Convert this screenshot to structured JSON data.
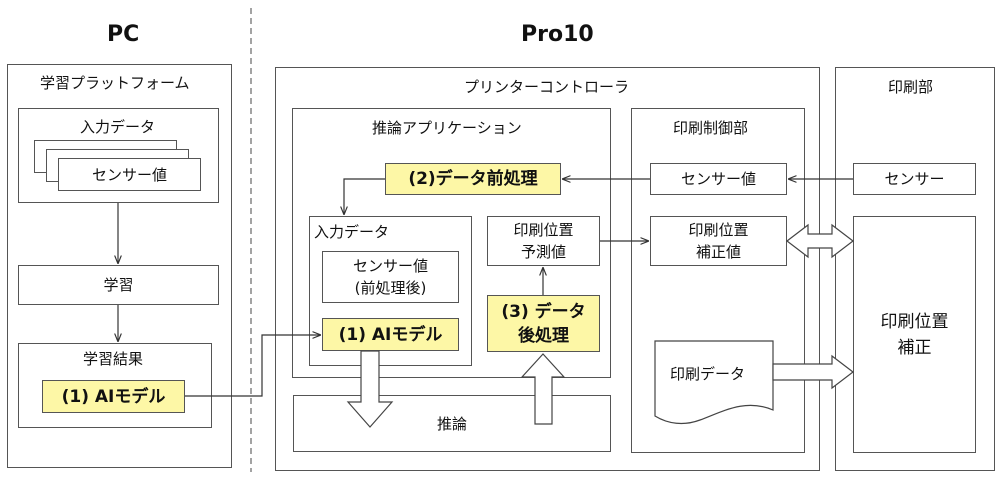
{
  "headers": {
    "pc": "PC",
    "pro10": "Pro10"
  },
  "pc": {
    "platform_title": "学習プラットフォーム",
    "input_data": "入力データ",
    "sensor_value": "センサー値",
    "learning": "学習",
    "learning_result": "学習結果",
    "ai_model": "(1) AIモデル"
  },
  "controller": {
    "title": "プリンターコントローラ",
    "inference_app": {
      "title": "推論アプリケーション",
      "preprocess": "(2)データ前処理",
      "input_data": "入力データ",
      "sensor_preprocessed_line1": "センサー値",
      "sensor_preprocessed_line2": "(前処理後)",
      "ai_model": "(1) AIモデル",
      "predicted_line1": "印刷位置",
      "predicted_line2": "予測値",
      "postprocess_line1": "(3) データ",
      "postprocess_line2": "後処理",
      "inference": "推論"
    },
    "print_control": {
      "title": "印刷制御部",
      "sensor_value": "センサー値",
      "correction_line1": "印刷位置",
      "correction_line2": "補正値",
      "print_data": "印刷データ"
    }
  },
  "printer_unit": {
    "title": "印刷部",
    "sensor": "センサー",
    "correction_line1": "印刷位置",
    "correction_line2": "補正"
  }
}
